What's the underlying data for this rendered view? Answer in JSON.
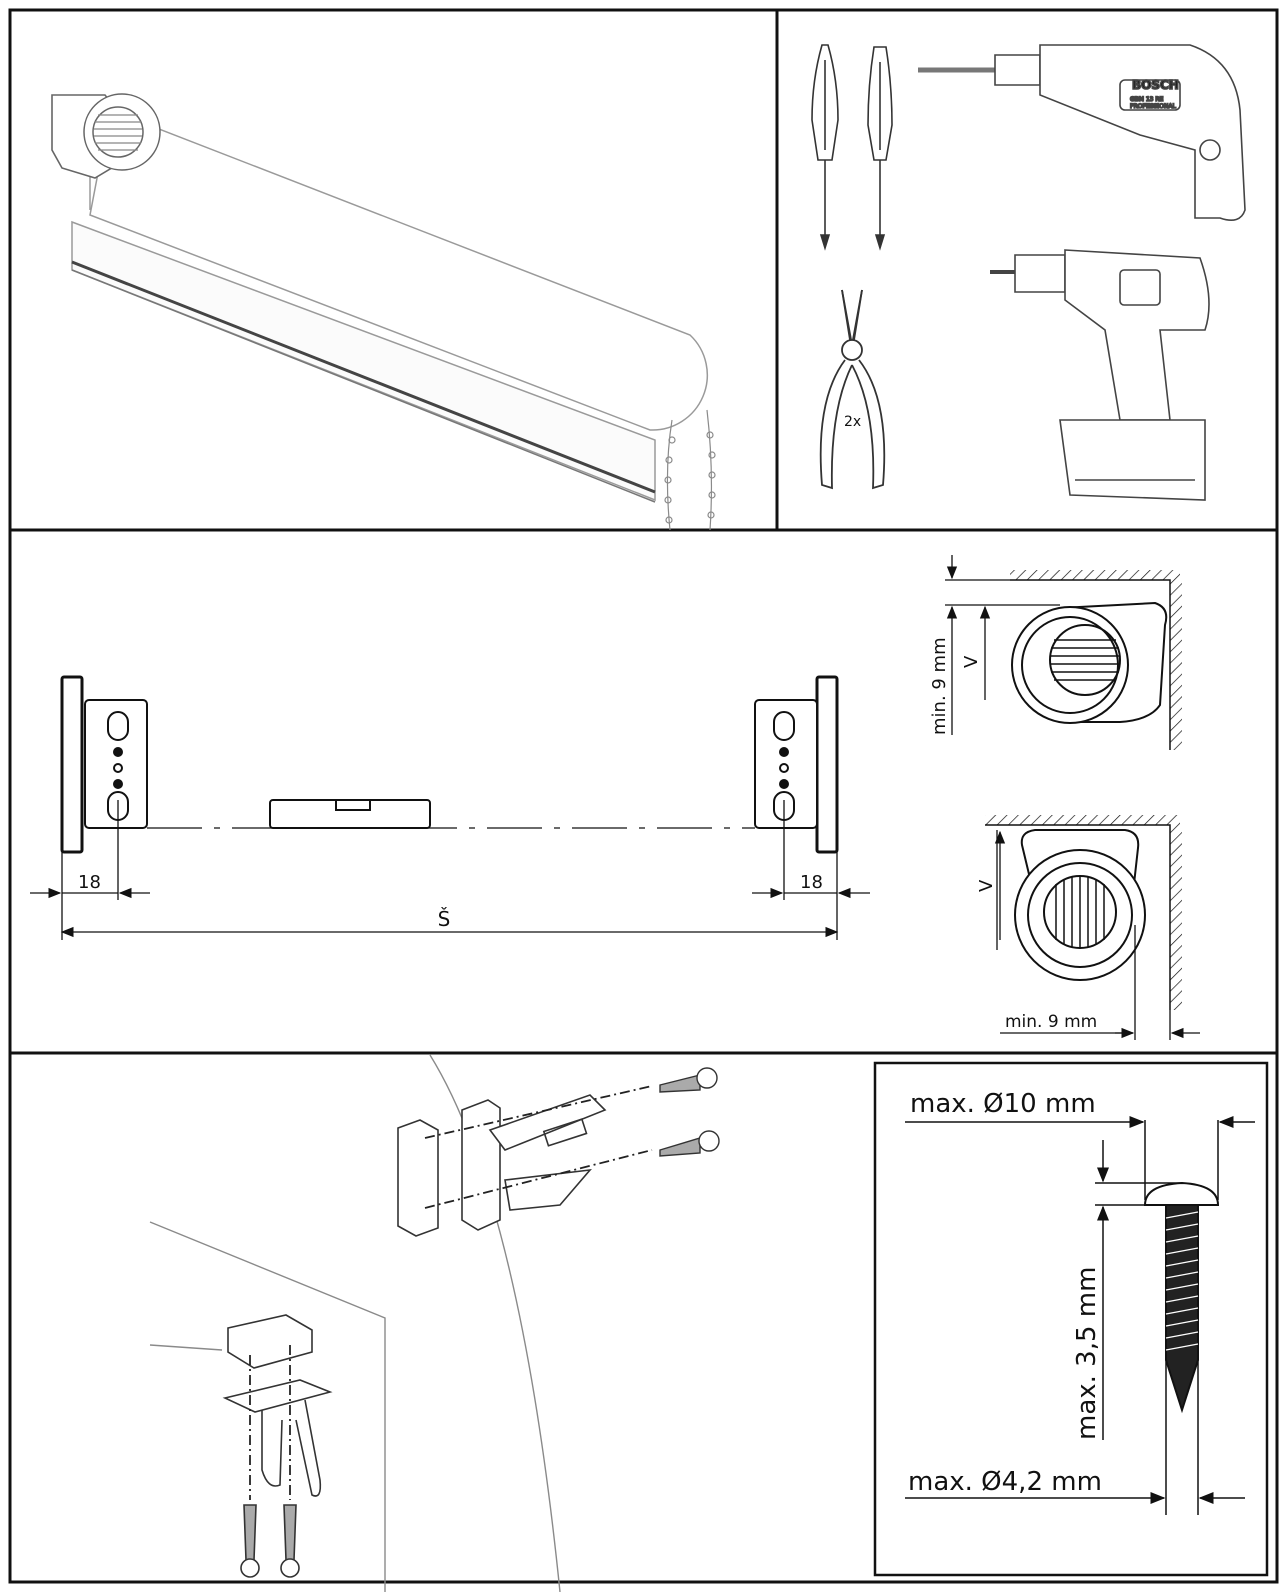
{
  "pliers": {
    "count": "2x"
  },
  "drill": {
    "brand": "BOSCH",
    "model": "GBM 13 RE",
    "line": "PROFESSIONAL"
  },
  "mounting": {
    "offset_left": "18",
    "offset_right": "18",
    "width_symbol": "Š",
    "top_clearance_label": "min. 9 mm",
    "top_v_label": "V",
    "side_clearance_label": "min. 9 mm",
    "side_v_label": "V"
  },
  "screw_spec": {
    "head_diameter": "max. Ø10 mm",
    "head_height": "max. 3,5 mm",
    "shank_diameter": "max. Ø4,2 mm"
  },
  "colors": {
    "line": "#111111",
    "background": "#ffffff",
    "light_line": "#9a9a9a"
  }
}
